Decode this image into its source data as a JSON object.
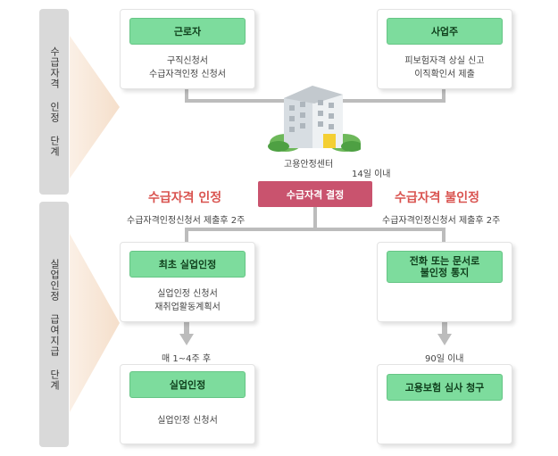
{
  "stages": {
    "top": "수급자격 인정 단계",
    "bottom": "실업인정 급여지급 단계"
  },
  "worker": {
    "title": "근로자",
    "line1": "구직신청서",
    "line2": "수급자격인정 신청서"
  },
  "employer": {
    "title": "사업주",
    "line1": "피보험자격 상실 신고",
    "line2": "이직확인서 제출"
  },
  "center": {
    "label": "고용안정센터",
    "days": "14일 이내"
  },
  "decision": "수급자격 결정",
  "approved": {
    "title": "수급자격 인정",
    "note": "수급자격인정신청서 제출후 2주"
  },
  "rejected": {
    "title": "수급자격 불인정",
    "note": "수급자격인정신청서 제출후 2주"
  },
  "first_recognition": {
    "title": "최초 실업인정",
    "line1": "실업인정 신청서",
    "line2": "재취업활동계획서"
  },
  "interval": "매 1~4주 후",
  "recognition": {
    "title": "실업인정",
    "line1": "실업인정 신청서"
  },
  "notice": {
    "title_line1": "전화 또는 문서로",
    "title_line2": "불인정 통지"
  },
  "within90": "90일 이내",
  "appeal": {
    "title": "고용보험 심사 청구"
  }
}
